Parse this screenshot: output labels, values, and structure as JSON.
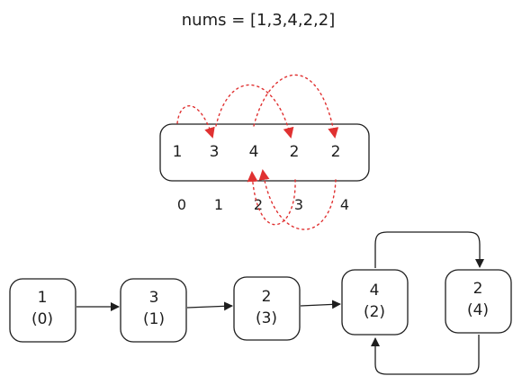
{
  "title": "nums = [1,3,4,2,2]",
  "array": {
    "values": [
      "1",
      "3",
      "4",
      "2",
      "2"
    ],
    "indices": [
      "0",
      "1",
      "2",
      "3",
      "4"
    ]
  },
  "nodes": [
    {
      "value": "1",
      "index": "(0)"
    },
    {
      "value": "3",
      "index": "(1)"
    },
    {
      "value": "2",
      "index": "(3)"
    },
    {
      "value": "4",
      "index": "(2)"
    },
    {
      "value": "2",
      "index": "(4)"
    }
  ],
  "colors": {
    "ink": "#1e1e1e",
    "jump_arrow": "#e03131"
  }
}
